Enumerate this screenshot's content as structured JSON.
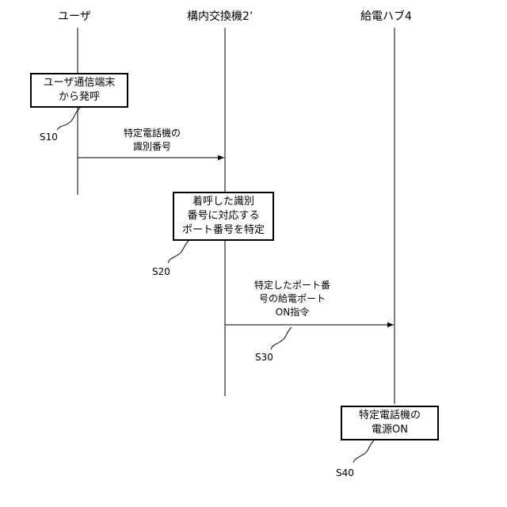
{
  "lifelines": {
    "user": "ユーザ",
    "pbx": "構内交換機2’",
    "hub": "給電ハブ4"
  },
  "steps": {
    "s10": {
      "label": "S10",
      "lines": [
        "ユーザ通信端末",
        "から発呼"
      ]
    },
    "s20": {
      "label": "S20",
      "lines": [
        "着呼した識別",
        "番号に対応する",
        "ポート番号を特定"
      ]
    },
    "s30": {
      "label": "S30"
    },
    "s40": {
      "label": "S40",
      "lines": [
        "特定電話機の",
        "電源ON"
      ]
    }
  },
  "messages": {
    "m1": {
      "lines": [
        "特定電話機の",
        "識別番号"
      ]
    },
    "m2": {
      "lines": [
        "特定したポート番",
        "号の給電ポート",
        "ON指令"
      ]
    }
  }
}
